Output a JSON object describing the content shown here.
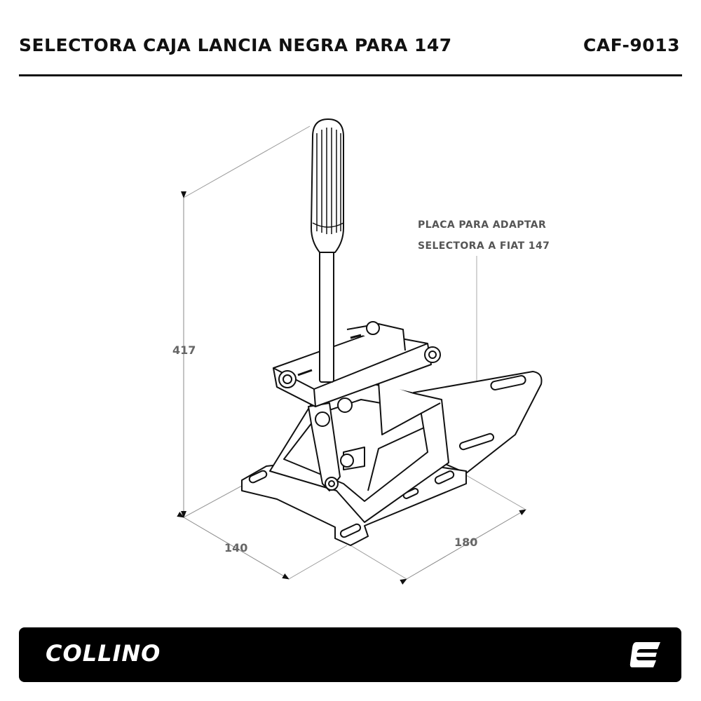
{
  "header": {
    "title": "SELECTORA CAJA LANCIA NEGRA PARA 147",
    "code": "CAF-9013"
  },
  "dimensions": {
    "height": "417",
    "width": "140",
    "length": "180"
  },
  "callout": {
    "line1": "PLACA PARA ADAPTAR",
    "line2": "SELECTORA A FIAT 147"
  },
  "footer": {
    "brand": "COLLINO",
    "brand_mark_icon": "collino-c-logo-icon"
  }
}
